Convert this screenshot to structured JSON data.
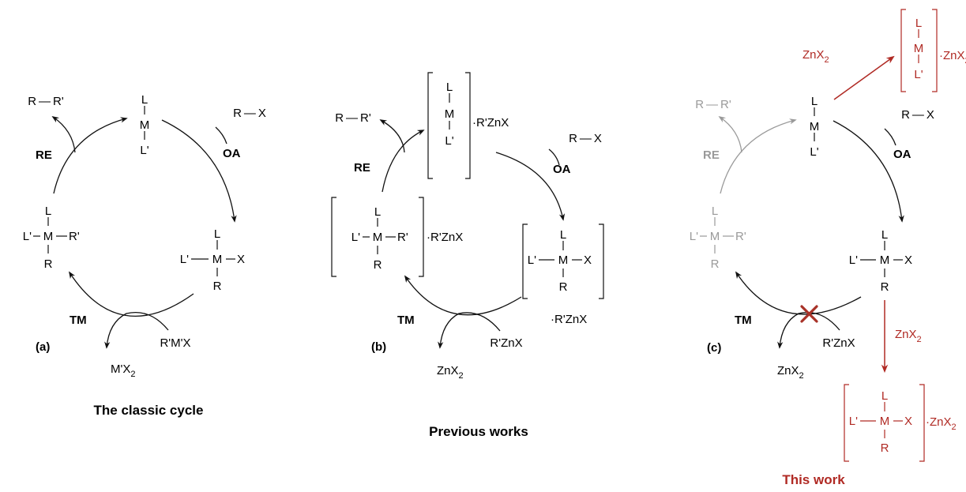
{
  "colors": {
    "ink": "#111111",
    "gray": "#9a9a9a",
    "red": "#b02a24",
    "cross": "#a83228"
  },
  "atoms": {
    "L": "L",
    "M": "M",
    "L_prime": "L'",
    "R": "R",
    "R_prime": "R'",
    "X": "X",
    "RR": "R — R'",
    "RX": "R — X"
  },
  "steps": {
    "re": "RE",
    "oa": "OA",
    "tm": "TM"
  },
  "reagents": {
    "rmx": "R'M'X",
    "mx2": "M'X",
    "rznx": "R'ZnX",
    "rznx_dot": "·R'ZnX",
    "znx": "ZnX",
    "znx_dot": "·ZnX",
    "sub2": "2"
  },
  "panels": {
    "a": {
      "label": "(a)",
      "caption": "The classic cycle"
    },
    "b": {
      "label": "(b)",
      "caption": "Previous works"
    },
    "c": {
      "label": "(c)",
      "caption": "This work"
    }
  }
}
